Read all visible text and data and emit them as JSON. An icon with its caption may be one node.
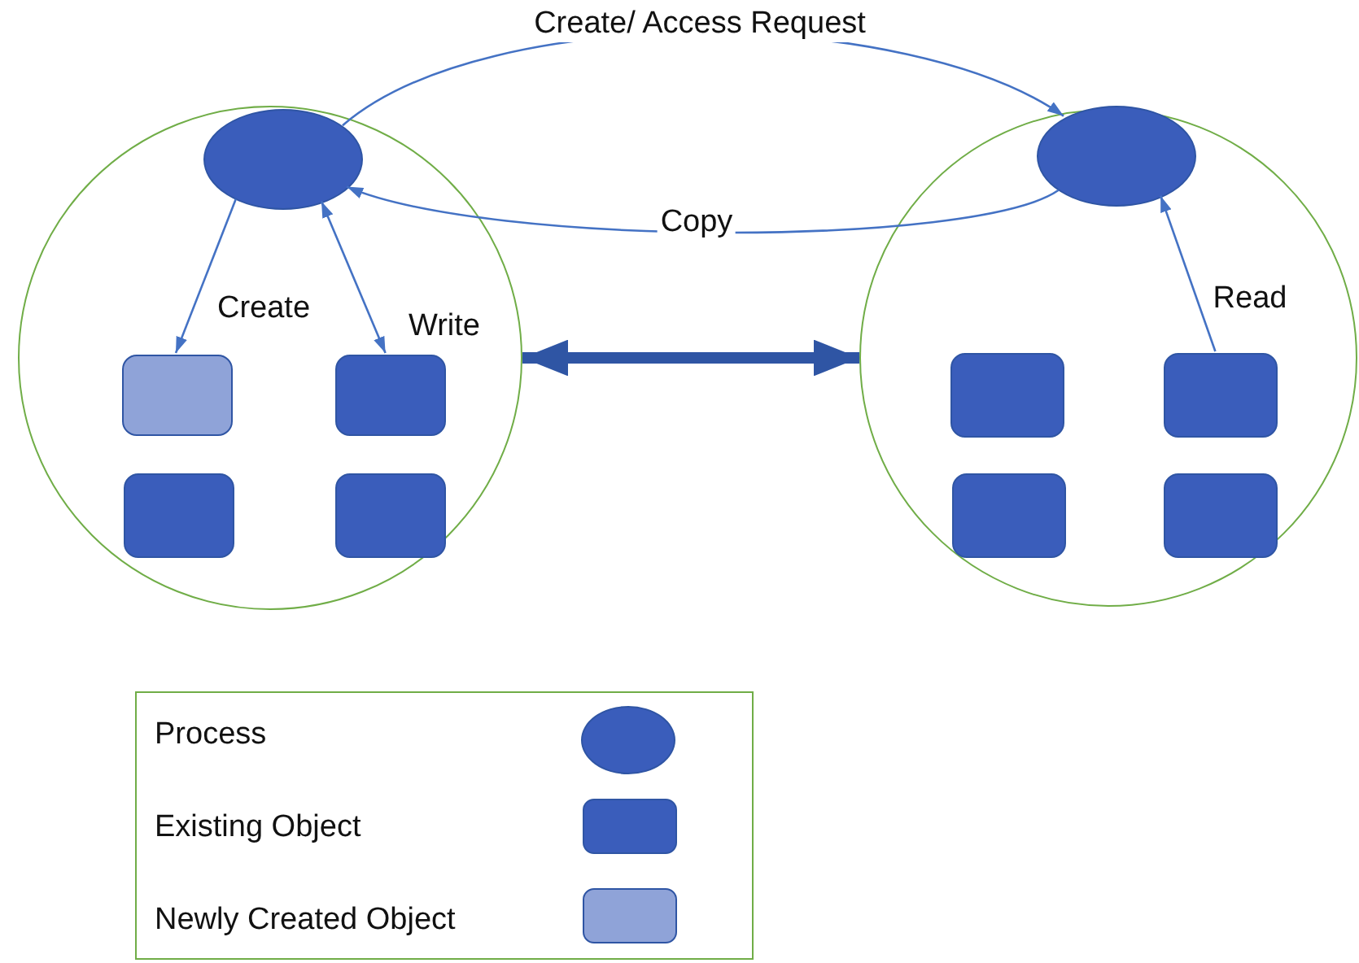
{
  "diagram": {
    "nodes": [
      {
        "text": [],
        "shape": "circle"
      },
      {
        "text": [],
        "shape": "ellipse",
        "in": 0
      },
      {
        "text": [],
        "shape": "box",
        "in": 0
      },
      {
        "text": [],
        "shape": "box",
        "in": 0
      },
      {
        "text": [],
        "shape": "box",
        "in": 0
      },
      {
        "text": [],
        "shape": "box",
        "in": 0
      },
      {
        "text": [],
        "shape": "circle"
      },
      {
        "text": [],
        "shape": "ellipse",
        "in": 6
      },
      {
        "text": [],
        "shape": "box",
        "in": 6
      },
      {
        "text": [],
        "shape": "box",
        "in": 6
      },
      {
        "text": [],
        "shape": "box",
        "in": 6
      },
      {
        "text": [],
        "shape": "box",
        "in": 6
      }
    ],
    "edges": [
      {
        "from": 1,
        "to": 7,
        "arrow": "to",
        "label": "Create/ Access Request"
      },
      {
        "from": 7,
        "to": 1,
        "arrow": "to",
        "label": "Copy"
      },
      {
        "from": 1,
        "to": 2,
        "arrow": "to",
        "label": "Create"
      },
      {
        "from": 1,
        "to": 3,
        "arrow": "both",
        "label": "Write"
      },
      {
        "from": 0,
        "to": 6,
        "arrow": "both",
        "style": "thick",
        "color": "#2f55a4"
      },
      {
        "from": 9,
        "to": 7,
        "arrow": "to",
        "label": "Read"
      }
    ],
    "legend": [
      {
        "text": "Process",
        "color": "#3a5dbb"
      },
      {
        "text": "Existing Object",
        "color": "#3a5dbb"
      },
      {
        "text": "Newly Created Object",
        "color": "#8fa3d8"
      }
    ]
  }
}
